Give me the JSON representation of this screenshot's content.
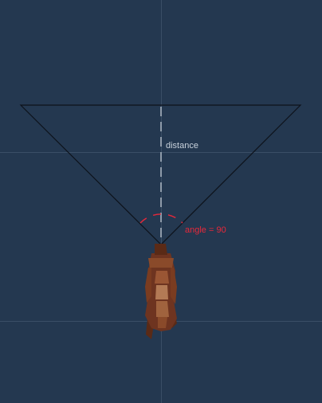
{
  "labels": {
    "distance": "distance",
    "angle": "angle = 90"
  },
  "colors": {
    "background": "#243850",
    "grid_line": "#3a4e66",
    "cone_outline": "#0d121a",
    "distance_dash": "#aeb8c4",
    "angle_arc": "#e8283a",
    "character_dark": "#5a2a16",
    "character_mid": "#8a4a2a",
    "character_light": "#b37a55"
  },
  "icons": {
    "character": "top-down-character-icon"
  },
  "scene": {
    "cone_angle_degrees": 90
  }
}
